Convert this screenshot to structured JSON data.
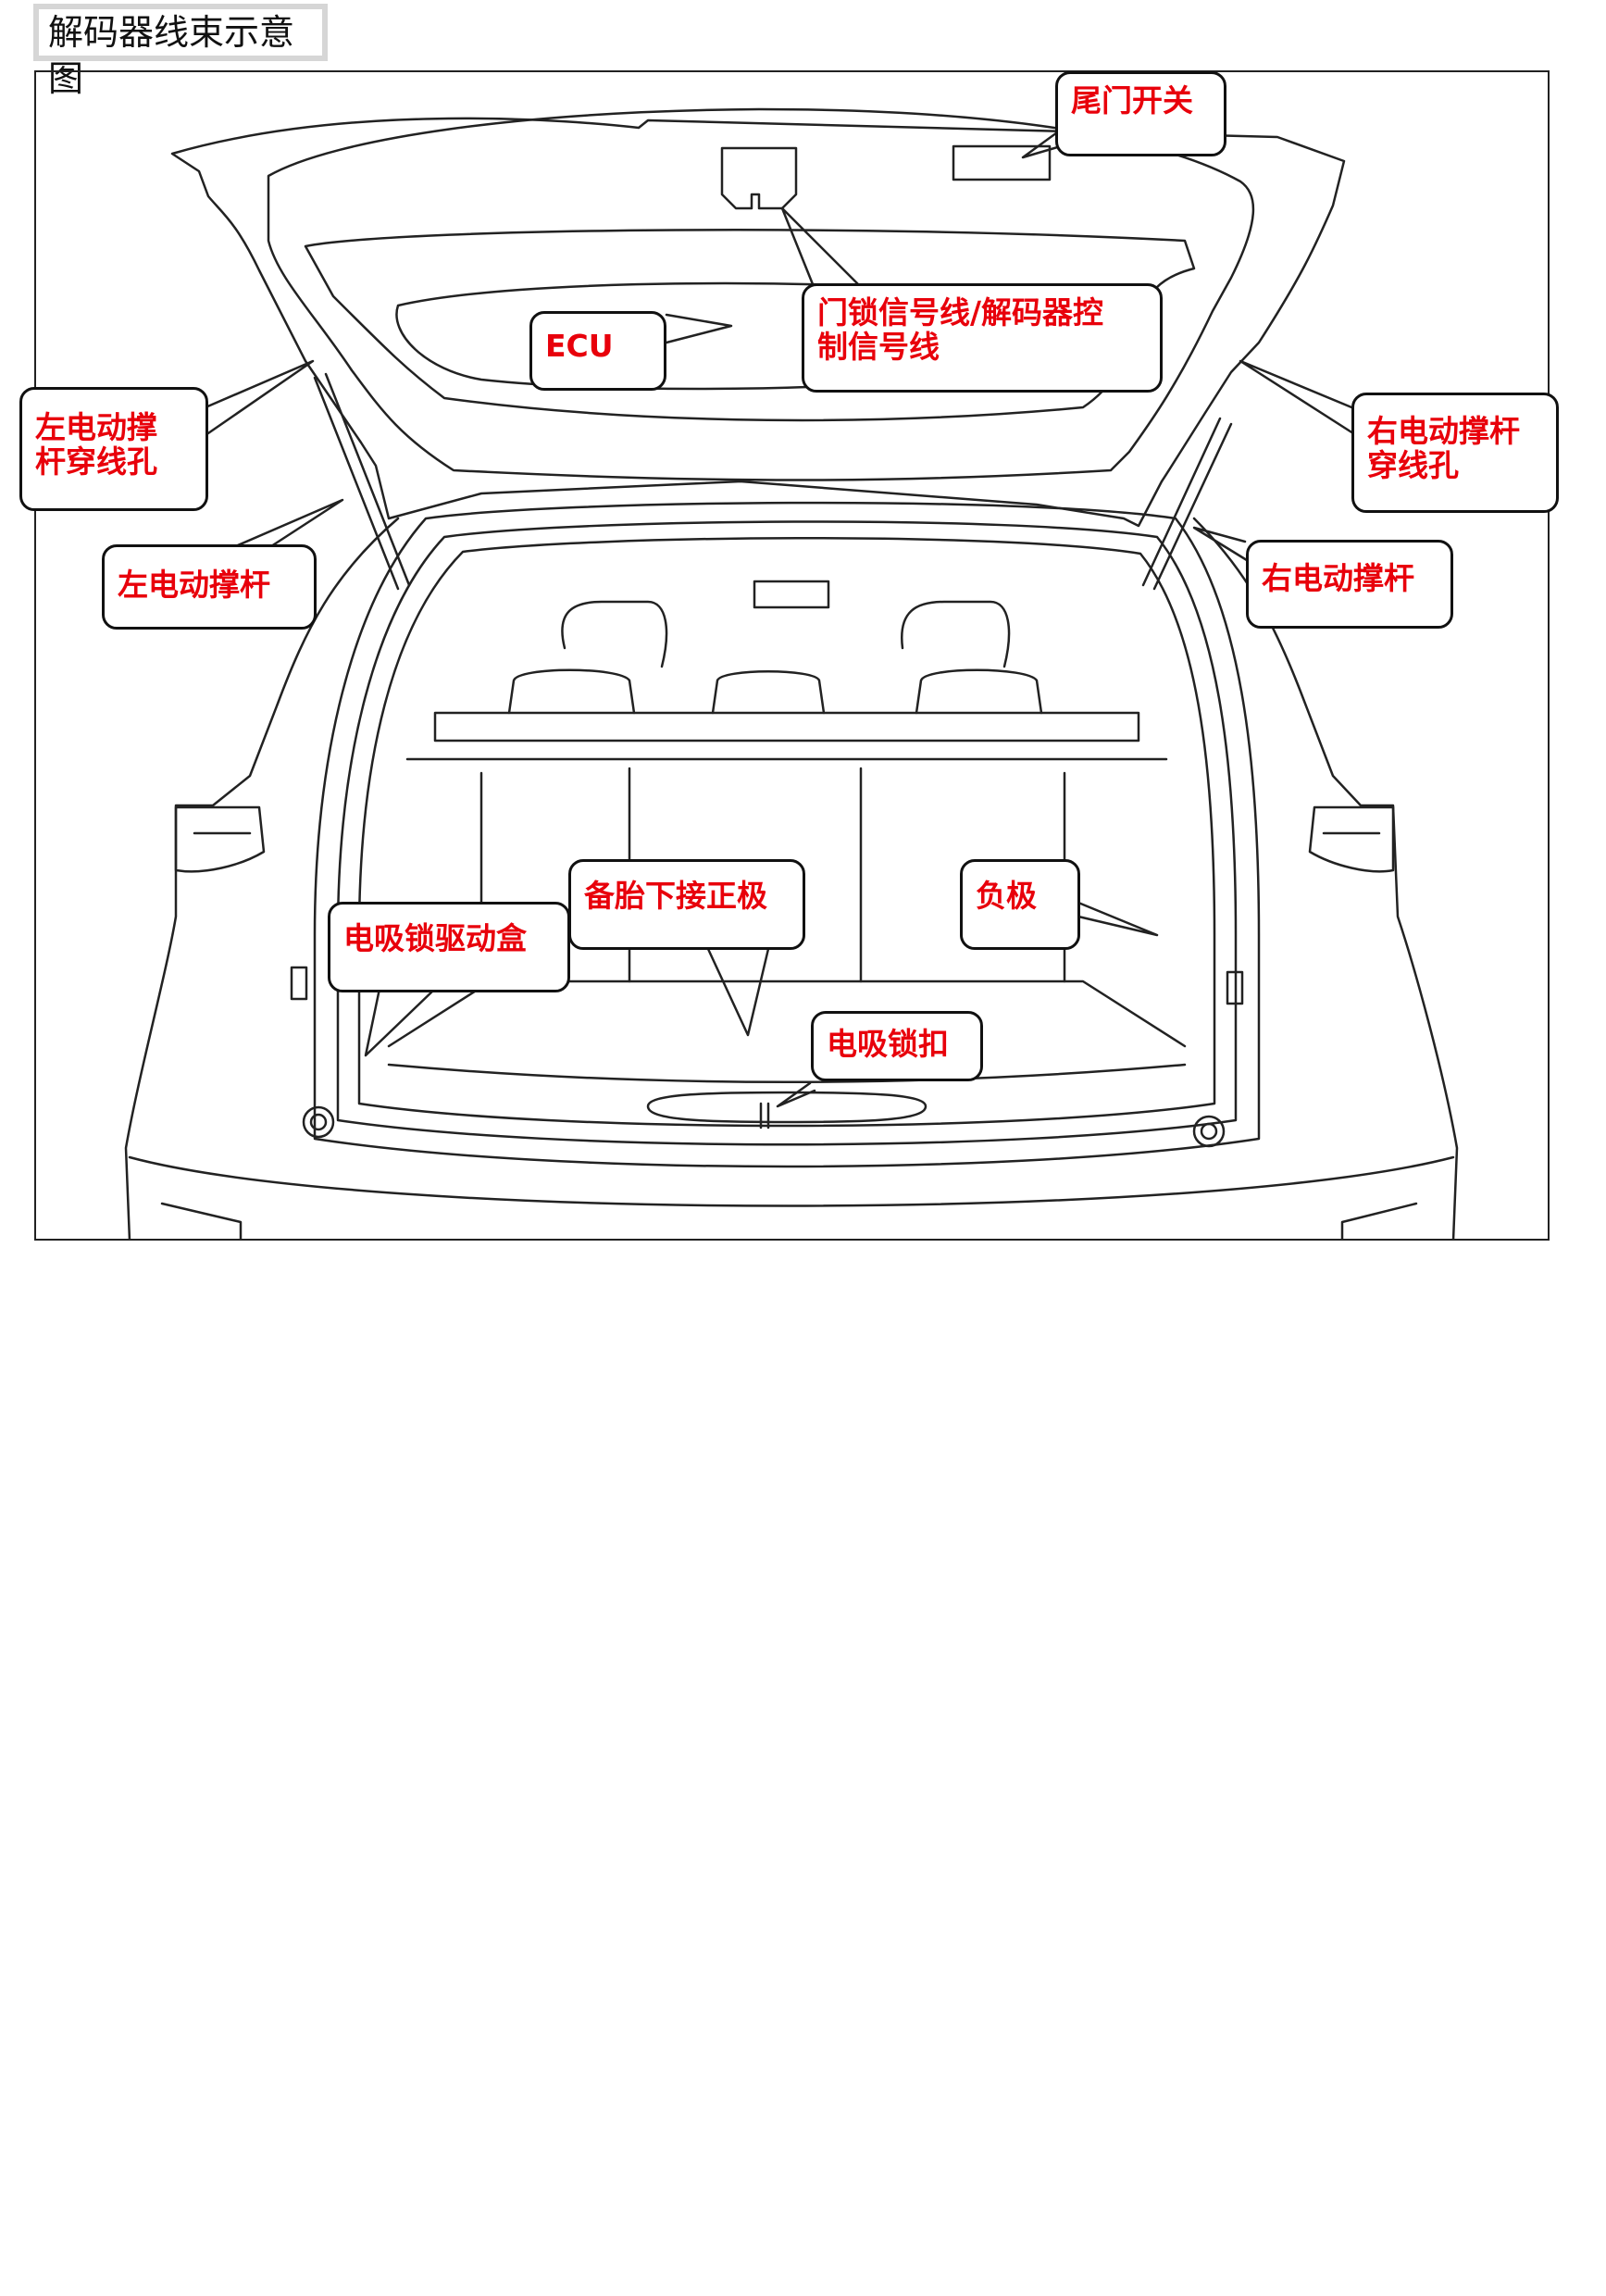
{
  "title": "解码器线束示意图",
  "accent_color": "#e8000b",
  "callouts": {
    "tailgate_switch": "尾门开关",
    "ecu": "ECU",
    "lock_signal": "门锁信号线/解码器控\n制信号线",
    "left_strut_hole": "左电动撑\n杆穿线孔",
    "right_strut_hole": "右电动撑杆\n穿线孔",
    "left_strut": "左电动撑杆",
    "right_strut": "右电动撑杆",
    "spare_positive": "备胎下接正极",
    "negative": "负极",
    "suction_lock_box": "电吸锁驱动盒",
    "suction_striker": "电吸锁扣"
  }
}
